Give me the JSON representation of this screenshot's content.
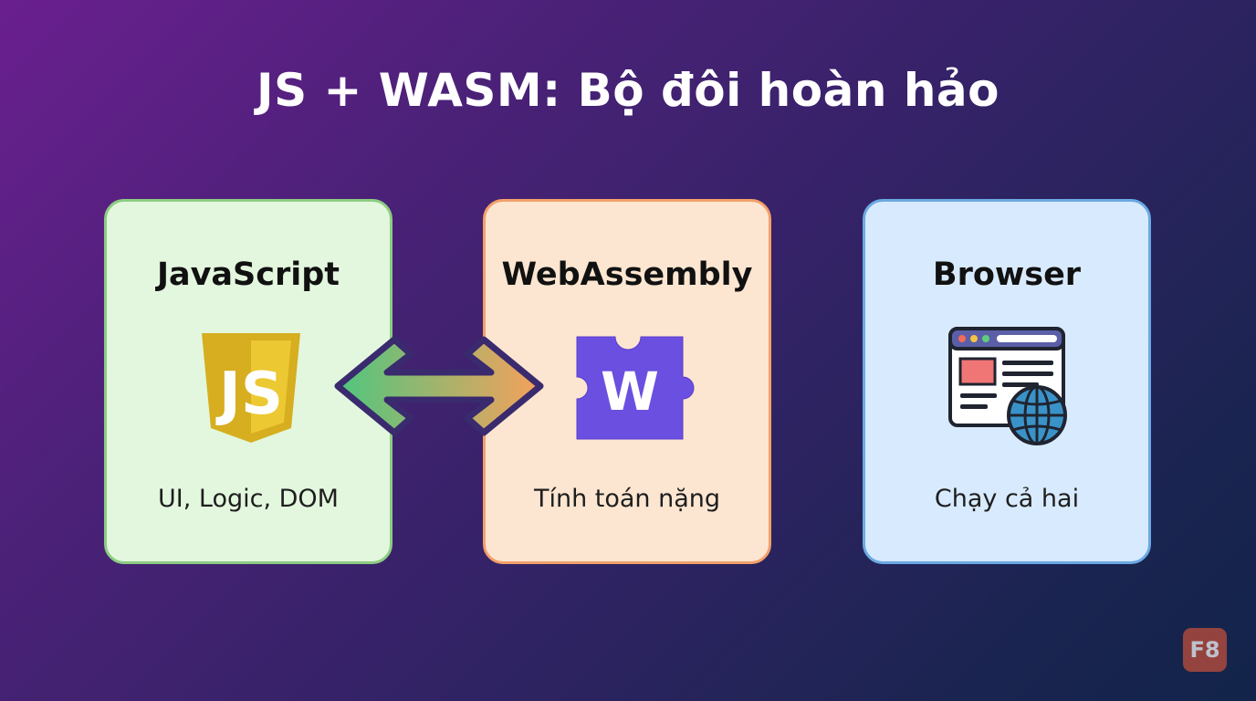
{
  "title": "JS + WASM: Bộ đôi hoàn hảo",
  "cards": [
    {
      "title": "JavaScript",
      "subtitle": "UI, Logic, DOM",
      "icon": "javascript-shield-icon",
      "bg": "#e3f7de",
      "border": "#8ccd82"
    },
    {
      "title": "WebAssembly",
      "subtitle": "Tính toán nặng",
      "icon": "wasm-puzzle-icon",
      "bg": "#fde6d1",
      "border": "#f3a06a"
    },
    {
      "title": "Browser",
      "subtitle": "Chạy cả hai",
      "icon": "browser-globe-icon",
      "bg": "#d8eafd",
      "border": "#6aa9e3"
    }
  ],
  "icons": {
    "js_text": "JS",
    "wasm_letter": "W"
  },
  "connector": {
    "icon": "double-arrow-icon",
    "from_color": "#4fc67f",
    "to_color": "#f6a15a"
  },
  "logo": {
    "text": "F8",
    "color": "#c7503a"
  }
}
